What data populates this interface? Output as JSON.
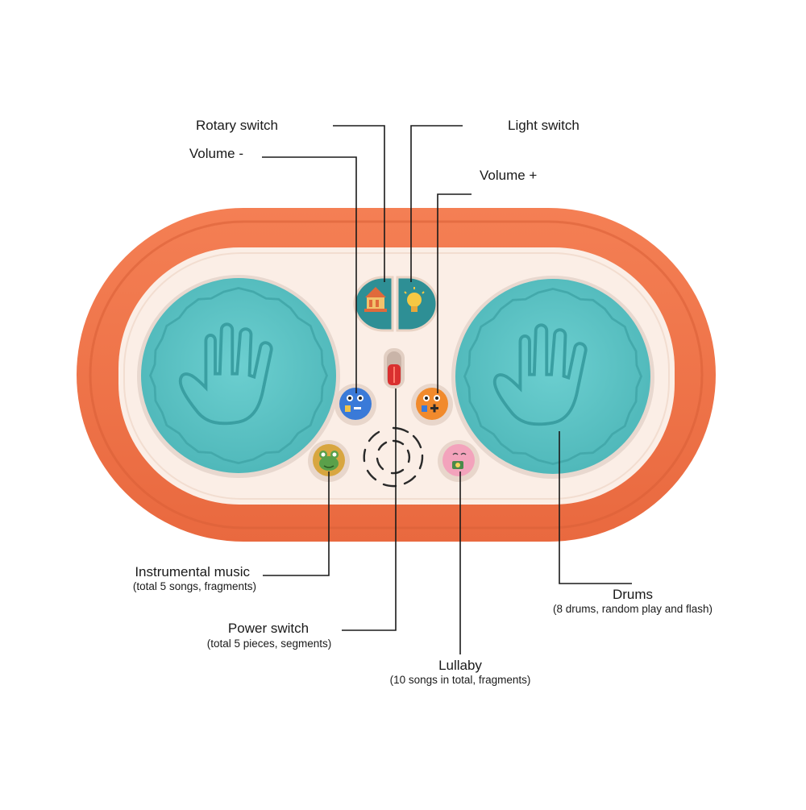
{
  "labels": {
    "rotary_switch": "Rotary switch",
    "light_switch": "Light switch",
    "volume_minus": "Volume -",
    "volume_plus": "Volume +",
    "instrumental_music": "Instrumental music",
    "instrumental_music_sub": "(total 5 songs, fragments)",
    "power_switch": "Power switch",
    "power_switch_sub": "(total 5 pieces, segments)",
    "lullaby": "Lullaby",
    "lullaby_sub": "(10 songs in total, fragments)",
    "drums": "Drums",
    "drums_sub": "(8 drums, random play and flash)"
  },
  "colors": {
    "frame_orange": "#f0754a",
    "frame_orange_dark": "#d9603a",
    "panel_cream": "#fbeee5",
    "drum_teal": "#5cc3c4",
    "drum_teal_dark": "#3fa9ab",
    "rotary_teal": "#2f8f94",
    "power_red": "#d92f2f",
    "leader_line": "#1a1a1a"
  },
  "icons": {
    "rotary": "carousel-icon",
    "light": "lightbulb-icon",
    "volume_minus": "volume-down-face-icon",
    "volume_plus": "volume-up-face-icon",
    "instrumental": "frog-icon",
    "lullaby": "baby-face-icon",
    "drum_pad": "hand-print-icon",
    "speaker": "speaker-grille-icon"
  }
}
